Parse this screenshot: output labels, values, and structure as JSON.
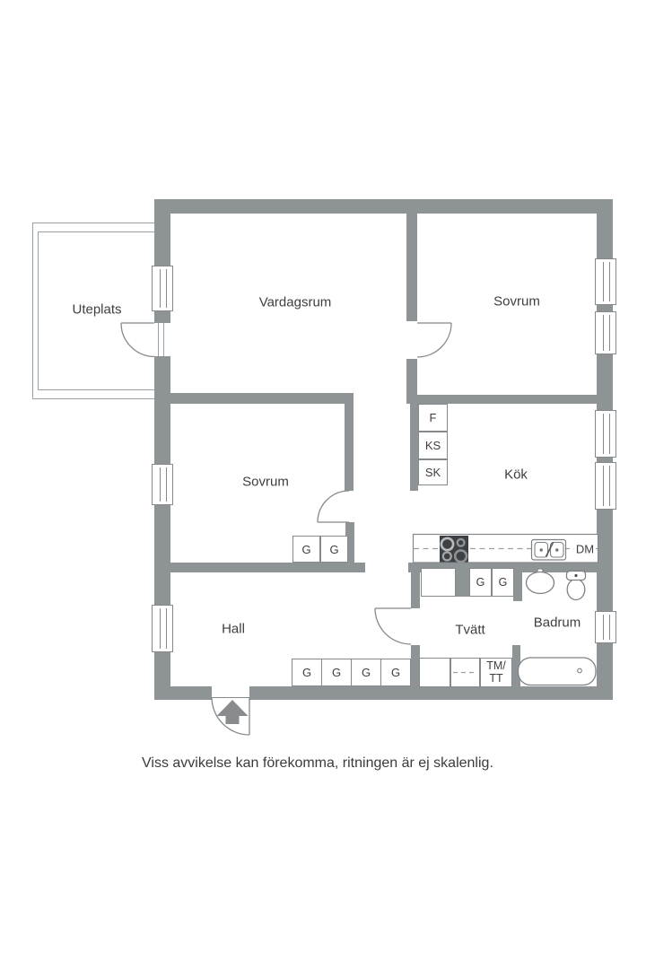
{
  "colors": {
    "wall": "#8e9396",
    "thin_line": "#85898c",
    "fixture_line": "#7d8184",
    "text": "#3c3e40"
  },
  "rooms": {
    "uteplats": "Uteplats",
    "vardagsrum": "Vardagsrum",
    "sovrum_right": "Sovrum",
    "sovrum_left": "Sovrum",
    "kok": "Kök",
    "hall": "Hall",
    "tvatt": "Tvätt",
    "badrum": "Badrum"
  },
  "fixtures": {
    "fridge": "F",
    "cooler": "KS",
    "pantry": "SK",
    "wardrobe": "G",
    "dishwasher": "DM",
    "washer_line1": "TM/",
    "washer_line2": "TT"
  },
  "caption": "Viss avvikelse kan förekomma, ritningen är ej skalenlig."
}
